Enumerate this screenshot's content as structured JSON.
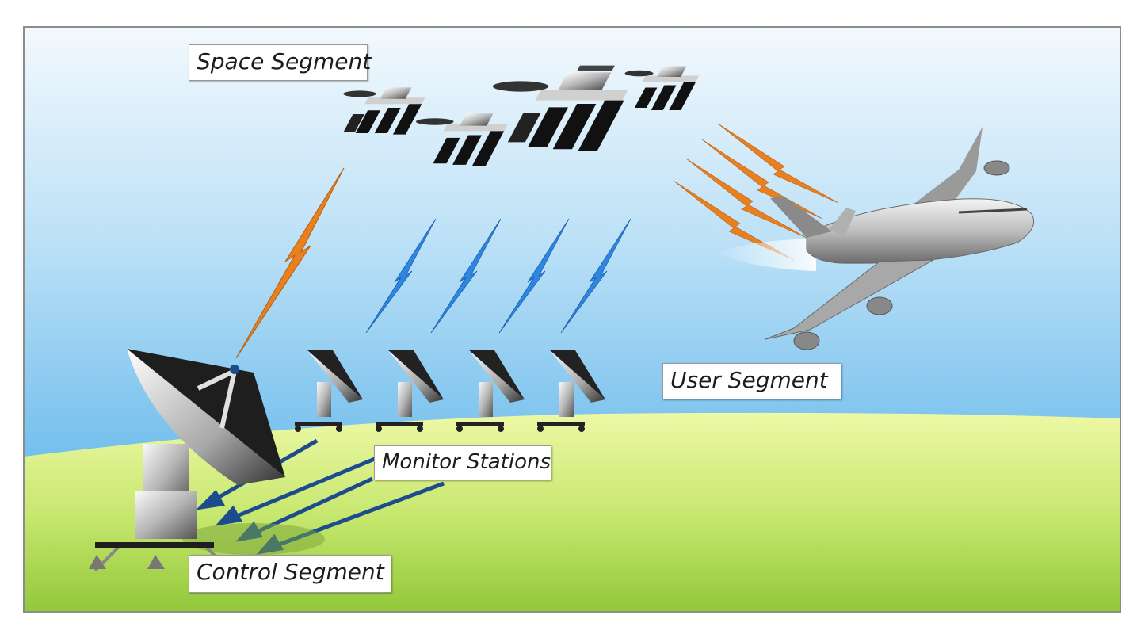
{
  "labels": {
    "space_segment": "Space Segment",
    "user_segment": "User Segment",
    "monitor_stations": "Monitor Stations",
    "control_segment": "Control Segment"
  },
  "colors": {
    "sky_top": "#eef6fc",
    "sky_bottom": "#4aaee8",
    "ground_top": "#e9f79a",
    "ground_bottom": "#9ccf3d",
    "uplink_orange": "#e8801f",
    "downlink_blue": "#2e86e0",
    "ground_link_navy": "#1d4c8e"
  },
  "icons": [
    "satellite-icon",
    "ground-antenna-icon",
    "monitor-antenna-icon",
    "airplane-icon",
    "signal-bolt-icon"
  ]
}
